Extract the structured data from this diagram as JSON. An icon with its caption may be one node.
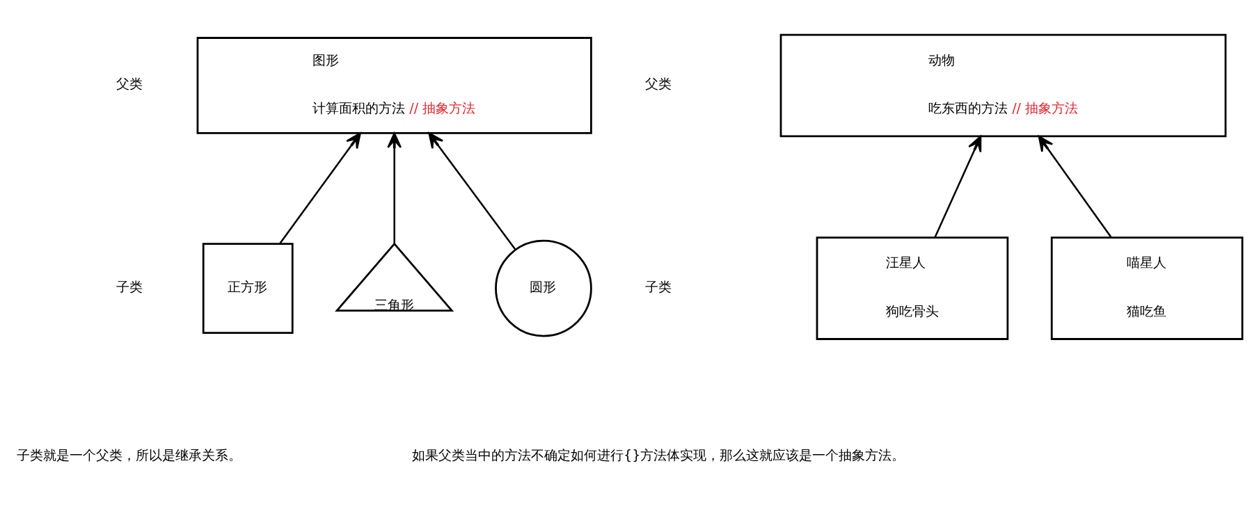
{
  "diagram": {
    "nodes": [
      {
        "text": [
          "图形",
          "计算面积的方法",
          "// 抽象方法"
        ]
      },
      {
        "text": [
          "正方形"
        ]
      },
      {
        "text": [
          "三角形"
        ]
      },
      {
        "text": [
          "圆形"
        ]
      },
      {
        "text": [
          "动物",
          "吃东西的方法",
          "// 抽象方法"
        ]
      },
      {
        "text": [
          "汪星人",
          "狗吃骨头"
        ]
      },
      {
        "text": [
          "喵星人",
          "猫吃鱼"
        ]
      }
    ],
    "edges": [
      {
        "from": 1,
        "to": 0,
        "arrow": "to"
      },
      {
        "from": 2,
        "to": 0,
        "arrow": "to"
      },
      {
        "from": 3,
        "to": 0,
        "arrow": "to"
      },
      {
        "from": 5,
        "to": 4,
        "arrow": "to"
      },
      {
        "from": 6,
        "to": 4,
        "arrow": "to"
      }
    ],
    "labels": [
      "父类",
      "子类",
      "子类就是一个父类，所以是继承关系。",
      "父类",
      "子类",
      "如果父类当中的方法不确定如何进行{}方法体实现，那么这就应该是一个抽象方法。"
    ]
  }
}
